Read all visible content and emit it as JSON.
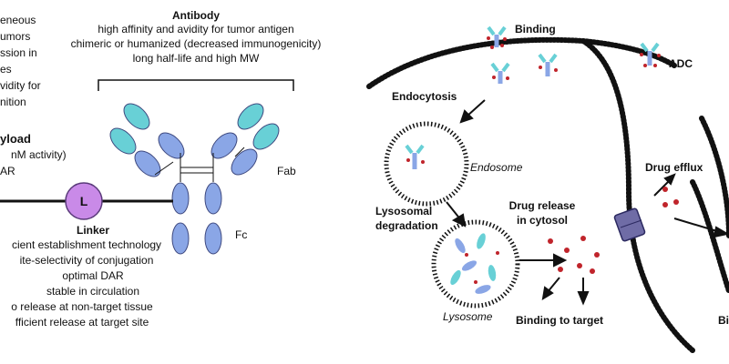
{
  "antibody": {
    "title": "Antibody",
    "lines": [
      "high affinity and avidity for tumor antigen",
      "chimeric or humanized (decreased immunogenicity)",
      "long half-life and high MW"
    ],
    "fab_label": "Fab",
    "fc_label": "Fc"
  },
  "left_fragment": {
    "lines": [
      "eneous",
      "umors",
      "ssion in",
      "es",
      "vidity for",
      "nition"
    ]
  },
  "payload": {
    "title": "yload",
    "lines": [
      "nM activity)",
      "AR"
    ]
  },
  "linker": {
    "node_label": "L",
    "title": "Linker",
    "lines": [
      "cient establishment technology",
      "ite-selectivity of conjugation",
      "optimal DAR",
      "stable in circulation",
      "o release at non-target tissue",
      "fficient release at target site"
    ]
  },
  "pathway": {
    "binding": "Binding",
    "adc": "ADC",
    "endocytosis": "Endocytosis",
    "endosome": "Endosome",
    "lysosomal_degradation": [
      "Lysosomal",
      "degradation"
    ],
    "drug_release": [
      "Drug release",
      "in cytosol"
    ],
    "lysosome": "Lysosome",
    "binding_to_target": "Binding to target",
    "drug_efflux": "Drug efflux",
    "right_cut": "Bi"
  },
  "colors": {
    "fab_teal": "#68d0d6",
    "fc_blue": "#8aa6e6",
    "outline": "#3f4a80",
    "linker_purple": "#c98ae8",
    "drug_red": "#c0242b",
    "membrane": "#111111",
    "efflux_pump": "#6f6ca6"
  }
}
